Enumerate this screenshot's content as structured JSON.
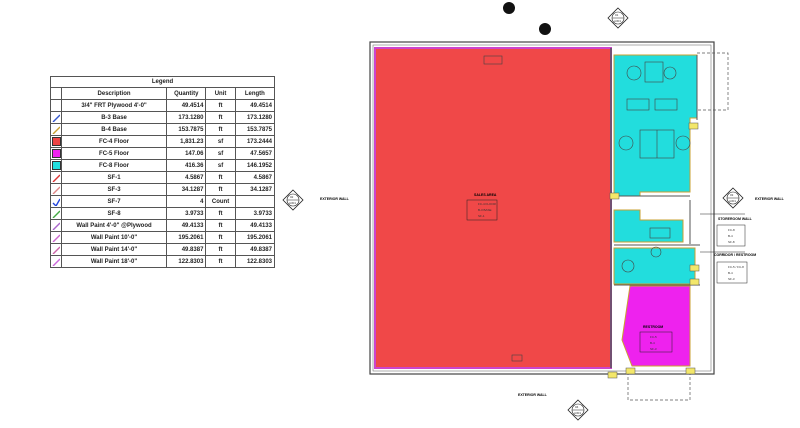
{
  "legend": {
    "title": "Legend",
    "headers": [
      "Description",
      "Quantity",
      "Unit",
      "Length"
    ],
    "rows": [
      {
        "description": "3/4\" FRT Plywood 4'-0\"",
        "quantity": "49.4514",
        "unit": "ft",
        "length": "49.4514",
        "marker": "none",
        "color": "#ffffff"
      },
      {
        "description": "B-3 Base",
        "quantity": "173.1280",
        "unit": "ft",
        "length": "173.1280",
        "marker": "line",
        "color": "#3355cc"
      },
      {
        "description": "B-4 Base",
        "quantity": "153.7875",
        "unit": "ft",
        "length": "153.7875",
        "marker": "line",
        "color": "#c9a030"
      },
      {
        "description": "FC-4 Floor",
        "quantity": "1,831.23",
        "unit": "sf",
        "length": "173.2444",
        "marker": "box",
        "color": "#ee4444"
      },
      {
        "description": "FC-5 Floor",
        "quantity": "147.06",
        "unit": "sf",
        "length": "47.5657",
        "marker": "box",
        "color": "#ee22ee"
      },
      {
        "description": "FC-8 Floor",
        "quantity": "416.36",
        "unit": "sf",
        "length": "146.1952",
        "marker": "box",
        "color": "#22dddd"
      },
      {
        "description": "SF-1",
        "quantity": "4.5867",
        "unit": "ft",
        "length": "4.5867",
        "marker": "line",
        "color": "#dd3333"
      },
      {
        "description": "SF-3",
        "quantity": "34.1287",
        "unit": "ft",
        "length": "34.1287",
        "marker": "line",
        "color": "#e08888"
      },
      {
        "description": "SF-7",
        "quantity": "4",
        "unit": "Count",
        "length": "",
        "marker": "check",
        "color": "#2244dd"
      },
      {
        "description": "SF-8",
        "quantity": "3.9733",
        "unit": "ft",
        "length": "3.9733",
        "marker": "line",
        "color": "#44aa44"
      },
      {
        "description": "Wall Paint 4'-0\" @Plywood",
        "quantity": "49.4133",
        "unit": "ft",
        "length": "49.4133",
        "marker": "line",
        "color": "#aa66cc"
      },
      {
        "description": "Wall Paint 10'-0\"",
        "quantity": "195.2061",
        "unit": "ft",
        "length": "195.2061",
        "marker": "line",
        "color": "#cc66cc"
      },
      {
        "description": "Wall Paint 14'-0\"",
        "quantity": "49.8387",
        "unit": "ft",
        "length": "49.8387",
        "marker": "line",
        "color": "#cc66aa"
      },
      {
        "description": "Wall Paint 18'-0\"",
        "quantity": "122.8303",
        "unit": "ft",
        "length": "122.8303",
        "marker": "line",
        "color": "#cc66dd"
      }
    ]
  },
  "plan": {
    "colors": {
      "fc4": "#f04848",
      "fc5": "#ee22ee",
      "fc8": "#22dddd",
      "wall_paint": "#cc44cc",
      "base": "#c9a030"
    },
    "section_markers": {
      "top": {
        "upper": "01",
        "lower": "A301"
      },
      "left": {
        "upper": "02",
        "lower": "A301"
      },
      "right": {
        "upper": "03",
        "lower": "A301"
      },
      "bottom": {
        "upper": "04",
        "lower": "A301"
      }
    },
    "elevation_labels": {
      "left": "EXTERIOR WALL",
      "right": "EXTERIOR WALL",
      "bottom": "EXTERIOR WALL"
    },
    "room_main": {
      "name": "SALES AREA",
      "lines": [
        "FC-4 FLOOR",
        "B-3 BASE",
        "SF-1"
      ]
    },
    "room_lower_right": {
      "name": "RESTROOM",
      "lines": [
        "FC-5",
        "B-4",
        "SF-3"
      ]
    },
    "schedule_tags": [
      {
        "title": "STOREROOM WALL",
        "lines": [
          "FC-8",
          "B-4",
          "SF-8"
        ]
      },
      {
        "title": "CORRIDOR / RESTROOM",
        "lines": [
          "FC-5 / FC-8",
          "B-4",
          "SF-3"
        ]
      }
    ]
  }
}
